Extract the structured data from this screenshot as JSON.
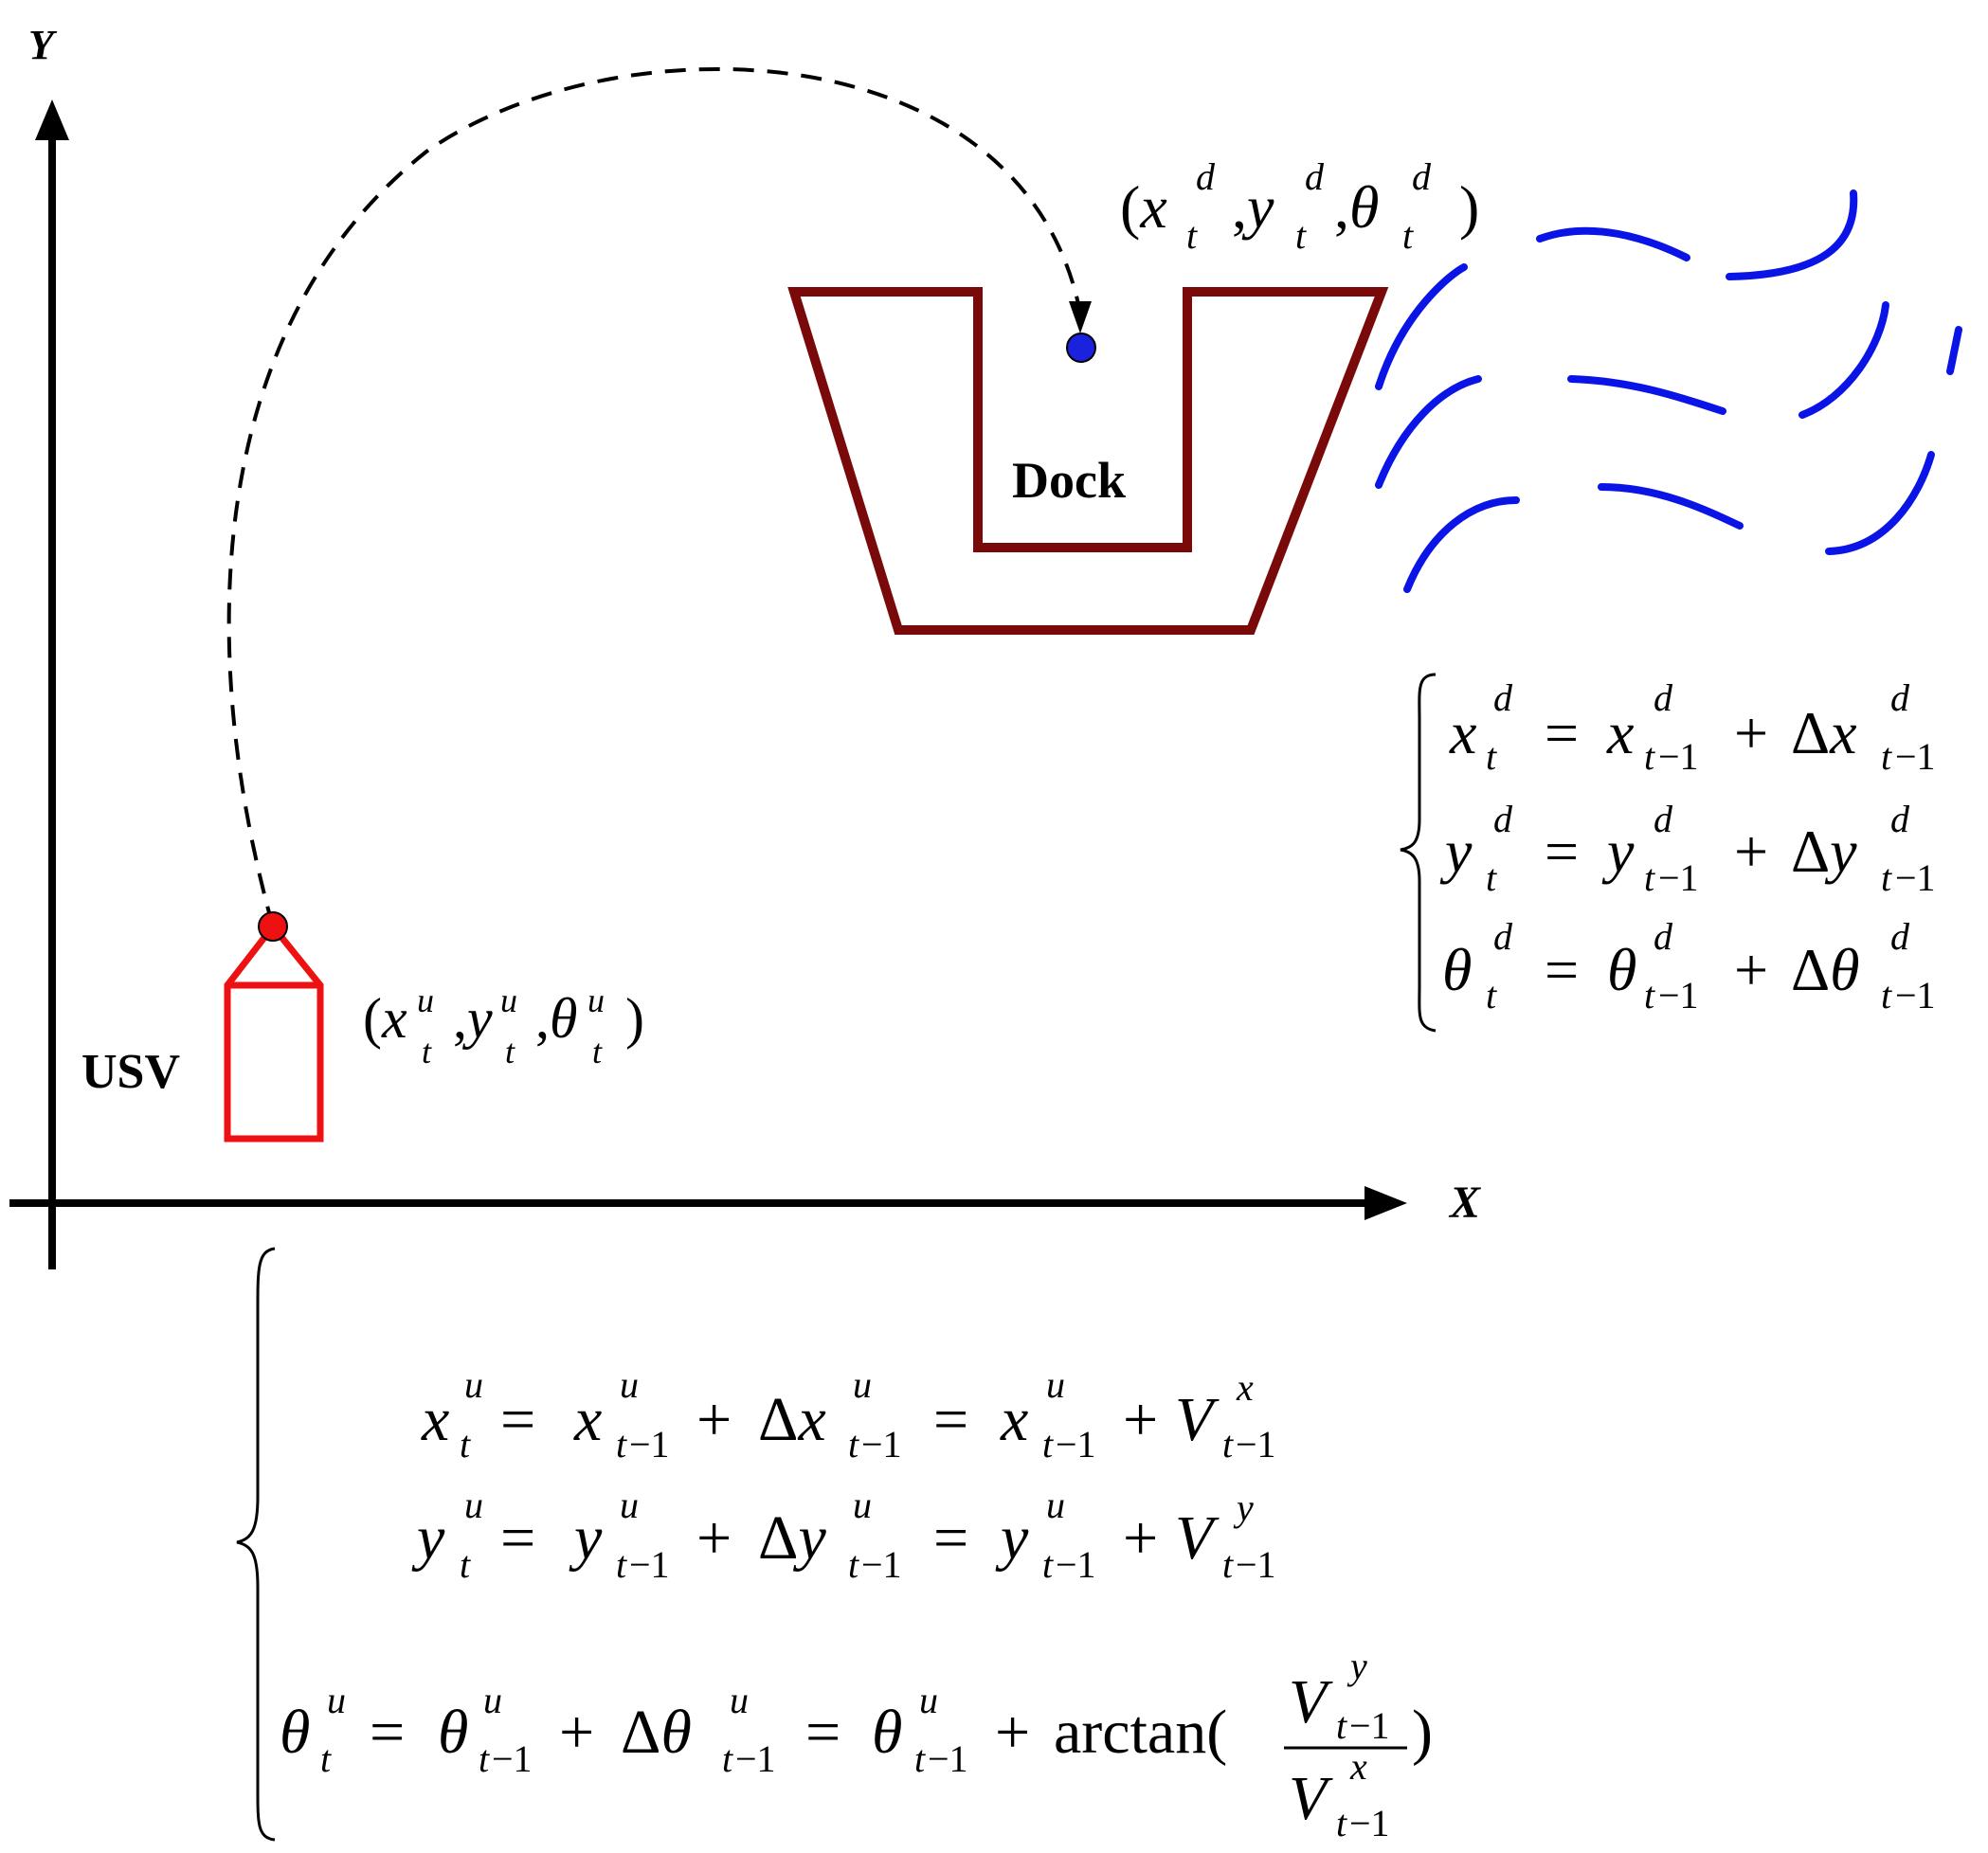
{
  "axes": {
    "x_label": "X",
    "y_label": "Y"
  },
  "objects": {
    "usv_label": "USV",
    "dock_label": "Dock",
    "usv_pose": "(x_t^u, y_t^u, θ_t^u)",
    "dock_pose": "(x_t^d, y_t^d, θ_t^d)"
  },
  "equations": {
    "dock": [
      "x_t^d = x_{t−1}^d + Δx_{t−1}^d",
      "y_t^d = y_{t−1}^d + Δy_{t−1}^d",
      "θ_t^d = θ_{t−1}^d + Δθ_{t−1}^d"
    ],
    "usv": [
      "x_t^u = x_{t−1}^u + Δx_{t−1}^u = x_{t−1}^u + V_{t−1}^x",
      "y_t^u = y_{t−1}^u + Δy_{t−1}^u = y_{t−1}^u + V_{t−1}^y",
      "θ_t^u = θ_{t−1}^u + Δθ_{t−1}^u = θ_{t−1}^u + arctan(V_{t−1}^y / V_{t−1}^x)"
    ]
  },
  "colors": {
    "usv": "#ee1111",
    "dock": "#7a0a0a",
    "waves": "#0a14e6",
    "dock_point": "#1a22dd",
    "axes": "#000000"
  }
}
